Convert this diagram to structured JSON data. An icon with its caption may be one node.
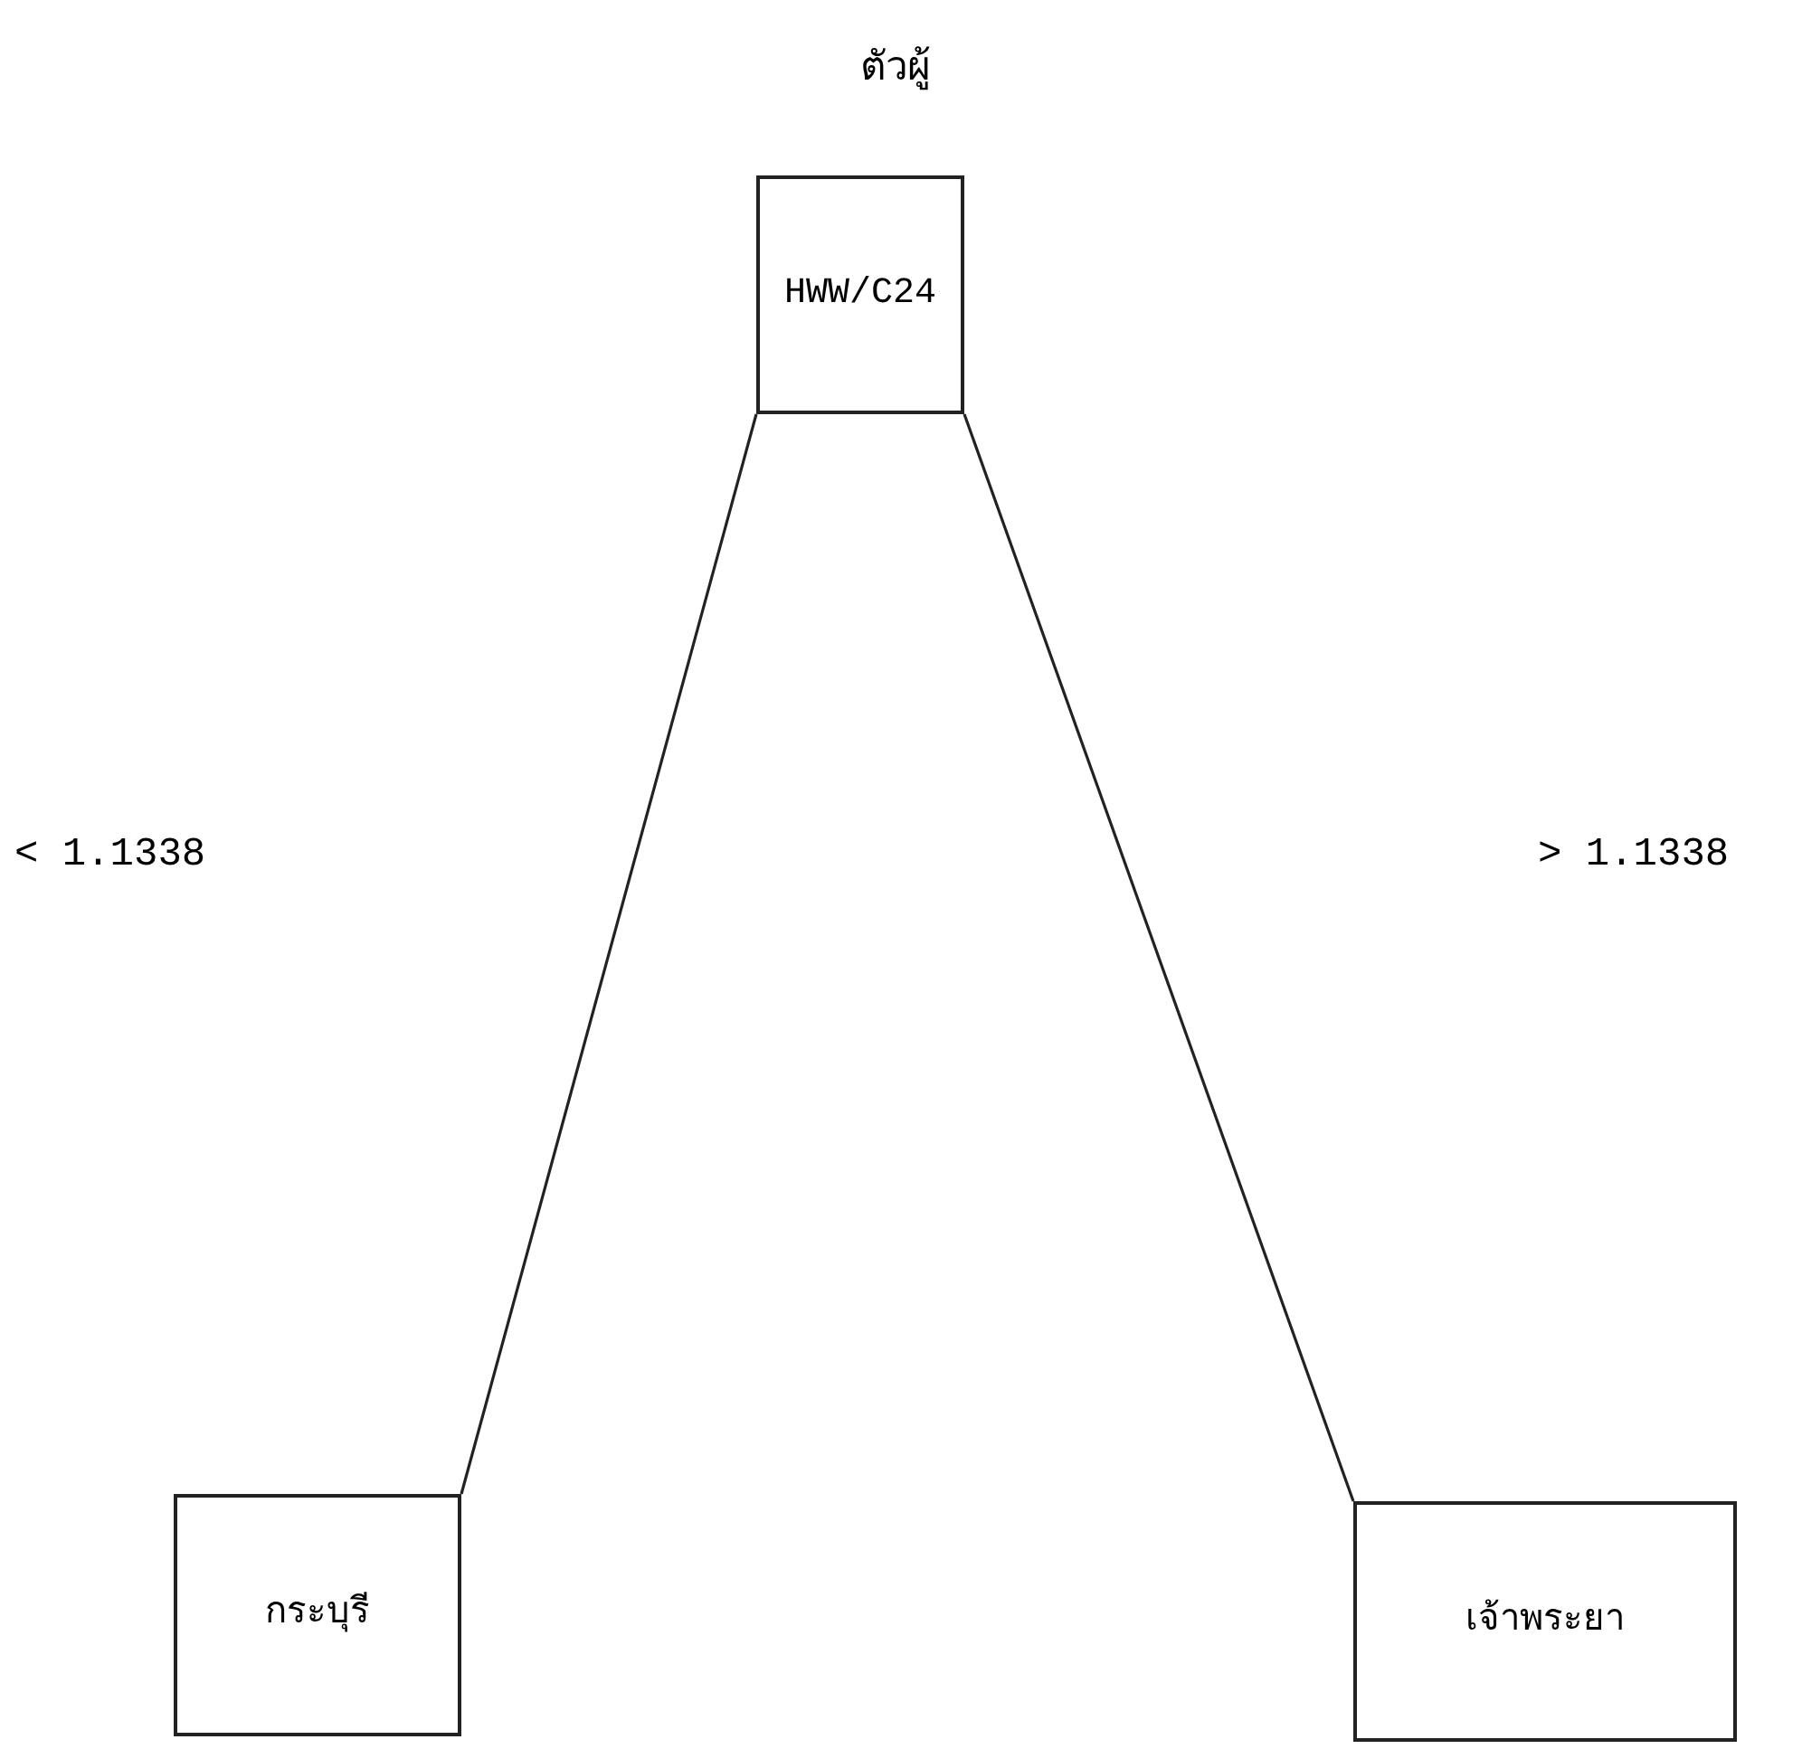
{
  "diagram": {
    "title": "ตัวผู้",
    "nodes": [
      {
        "text": [
          "HWW/C24"
        ]
      },
      {
        "text": [
          "กระบุรี"
        ]
      },
      {
        "text": [
          "เจ้าพระยา"
        ]
      }
    ],
    "edges": [
      {
        "from": 0,
        "to": 1,
        "arrow": "none"
      },
      {
        "from": 0,
        "to": 2,
        "arrow": "none"
      }
    ],
    "labels": [
      "< 1.1338",
      "> 1.1338"
    ]
  }
}
